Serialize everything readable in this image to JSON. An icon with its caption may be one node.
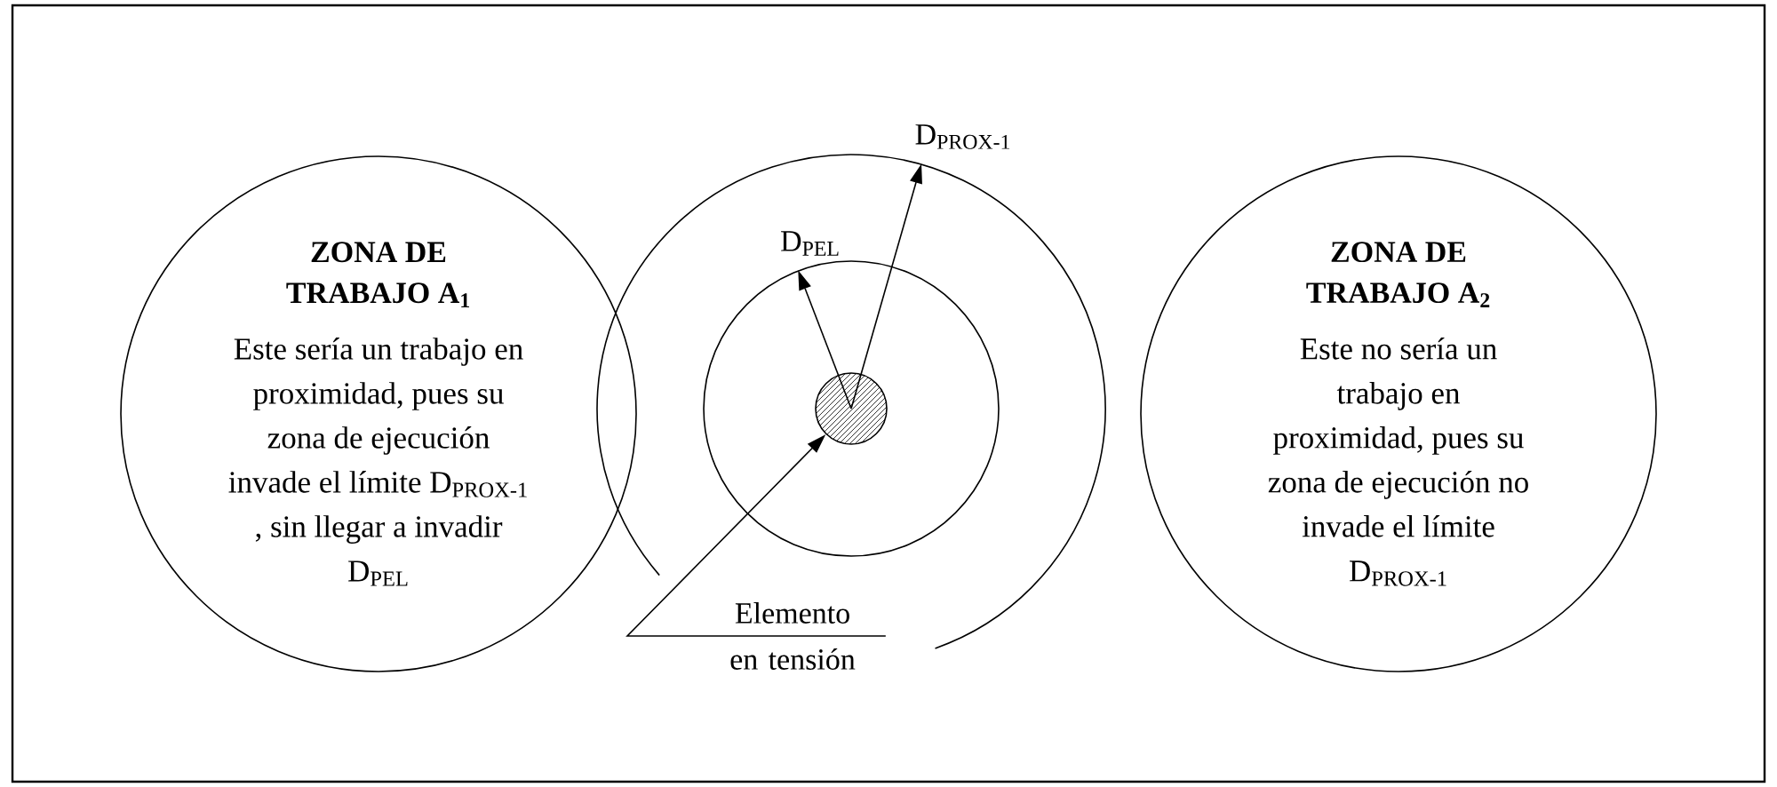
{
  "diagram": {
    "nodes": [
      {
        "text": [
          "ZONA DE TRABAJO A$_{1}$",
          "Este sería un trabajo en proximidad, pues su zona de ejecución invade el límite D$_{PROX-1}$ , sin llegar a invadir D$_{PEL}$"
        ]
      },
      {
        "text": [],
        "shape": "circle"
      },
      {
        "text": [],
        "shape": "circle",
        "in": 1
      },
      {
        "text": [],
        "shape": "circle",
        "in": 2
      },
      {
        "text": [
          "ZONA DE TRABAJO A$_{2}$",
          "Este no sería un trabajo en proximidad, pues su zona de ejecución no invade el límite D$_{PROX-1}$"
        ]
      },
      {
        "text": [
          "Elemento en tensión"
        ]
      }
    ],
    "edges": [
      {
        "from": 3,
        "to": 2,
        "arrow": "to"
      },
      {
        "from": 3,
        "to": 1,
        "arrow": "to"
      },
      {
        "from": 5,
        "to": 3,
        "arrow": "to"
      }
    ],
    "labels": [
      "D$_{PEL}$",
      "D$_{PROX-1}$"
    ]
  }
}
